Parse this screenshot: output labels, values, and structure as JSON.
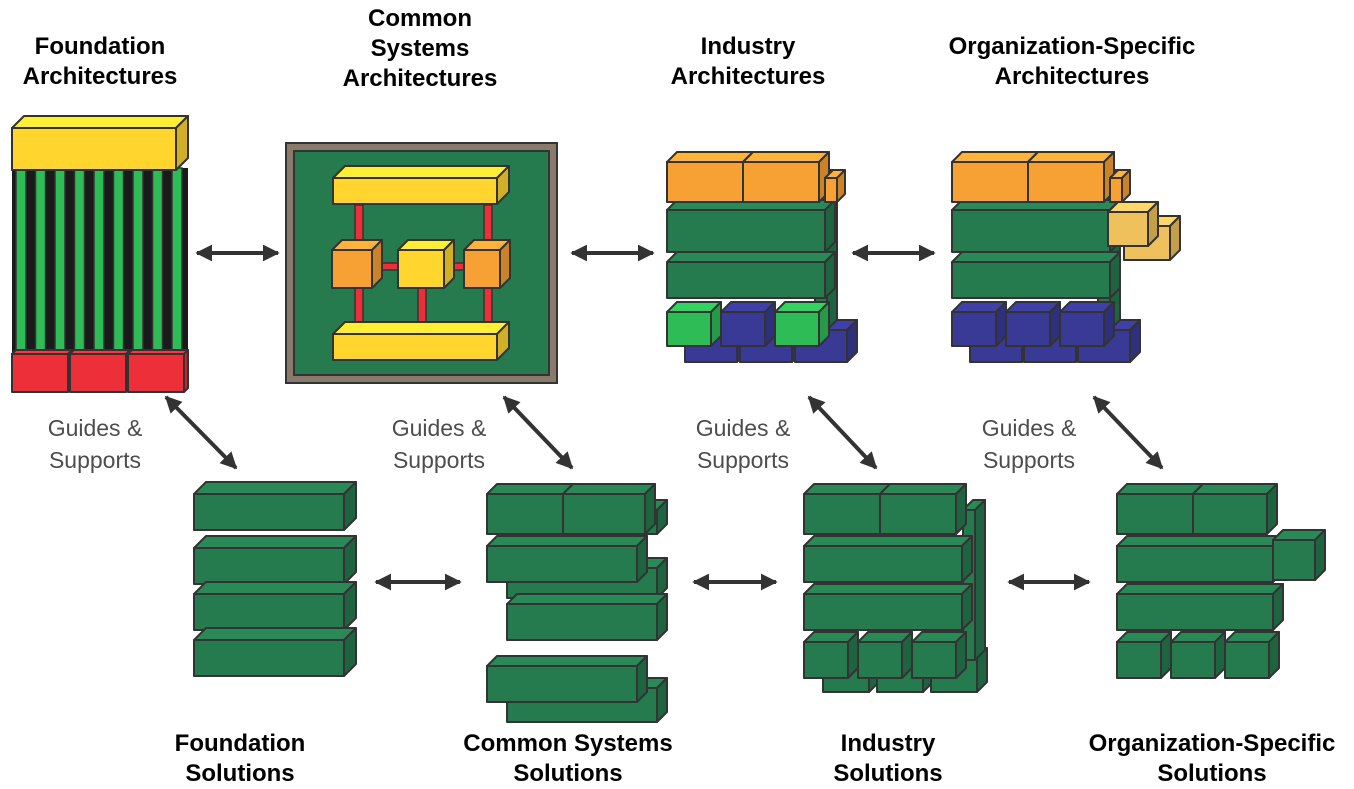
{
  "colors": {
    "green": "#257a4e",
    "yellow": "#ffd52e",
    "orange": "#f7a033",
    "red": "#ed2f3a",
    "blue": "#393a96",
    "light_green": "#2ebc57",
    "light_orange": "#eec15c",
    "frame_brown": "#8a7a6c",
    "outline": "#333333",
    "arrow": "#333333"
  },
  "architectures": {
    "foundation": "Foundation\nArchitectures",
    "common_systems": "Common\nSystems\nArchitectures",
    "industry": "Industry\nArchitectures",
    "organization": "Organization-Specific\nArchitectures"
  },
  "solutions": {
    "foundation": "Foundation\nSolutions",
    "common_systems": "Common Systems\nSolutions",
    "industry": "Industry\nSolutions",
    "organization": "Organization-Specific\nSolutions"
  },
  "relationship_label": "Guides &\nSupports"
}
